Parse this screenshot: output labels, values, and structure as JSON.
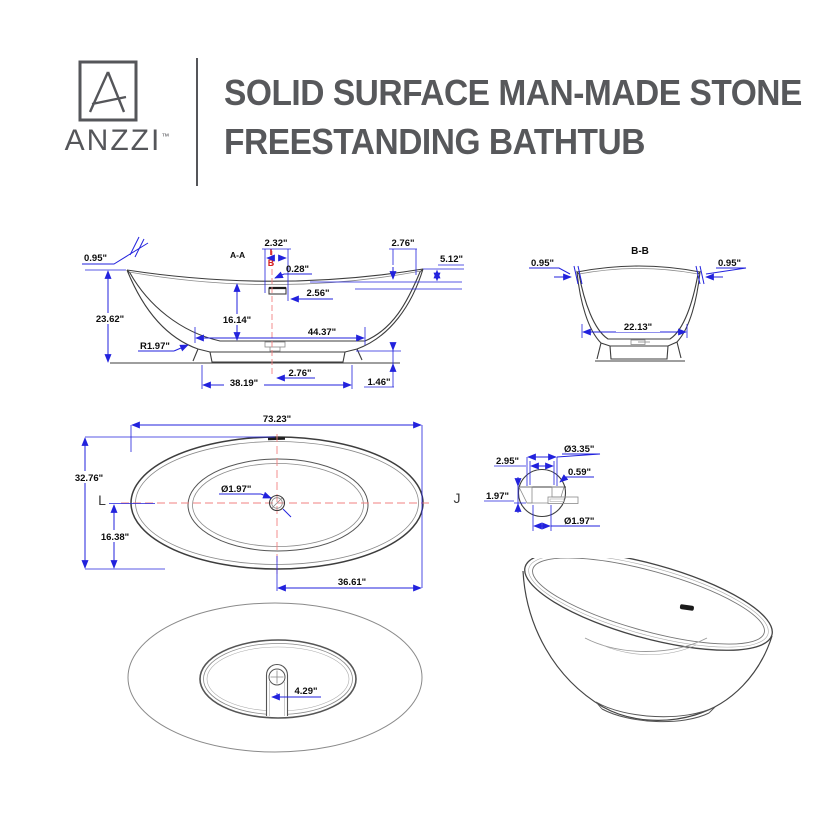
{
  "header": {
    "brand": "ANZZI",
    "trademark": "™",
    "title_line1": "SOLID SURFACE MAN-MADE STONE",
    "title_line2": "FREESTANDING BATHTUB"
  },
  "side_view": {
    "label": "A-A",
    "section_mark": "B",
    "rim_thickness": "0.95\"",
    "overflow_offset": "2.32\"",
    "overflow_inset": "0.28\"",
    "rim_drop": "2.76\"",
    "end_height": "5.12\"",
    "overflow_width": "2.56\"",
    "overall_height": "23.62\"",
    "inner_depth": "16.14\"",
    "inner_length": "44.37\"",
    "corner_radius": "R1.97\"",
    "base_length": "38.19\"",
    "drain_offset": "2.76\"",
    "base_height": "1.46\""
  },
  "section_view": {
    "label": "B-B",
    "wall_left": "0.95\"",
    "wall_right": "0.95\"",
    "inner_width": "22.13\""
  },
  "plan_view": {
    "overall_length": "73.23\"",
    "overall_width": "32.76\"",
    "drain_diameter": "Ø1.97\"",
    "half_width": "16.38\"",
    "half_length": "36.61\"",
    "marker_left": "L",
    "marker_right": "J"
  },
  "drain_detail": {
    "flange_diameter": "Ø3.35\"",
    "recess_diameter": "2.95\"",
    "lip_height": "0.59\"",
    "flange_depth": "1.97\"",
    "hole_diameter": "Ø1.97\""
  },
  "bottom_view": {
    "drain_offset": "4.29\""
  }
}
